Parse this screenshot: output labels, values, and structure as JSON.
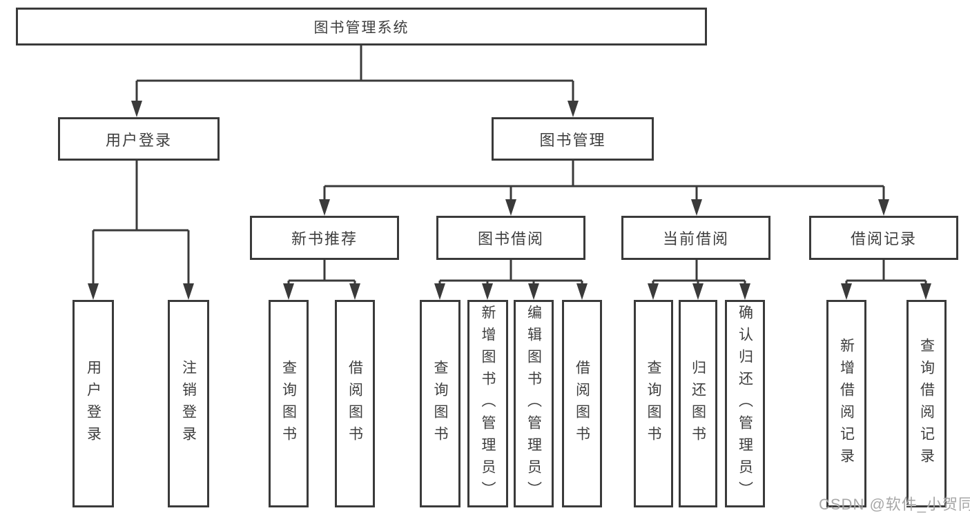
{
  "diagram": {
    "type": "tree",
    "root": {
      "label": "图书管理系统"
    },
    "level2": [
      {
        "id": "user-login",
        "label": "用户登录",
        "parent": "root"
      },
      {
        "id": "book-management",
        "label": "图书管理",
        "parent": "root"
      }
    ],
    "level3": [
      {
        "id": "new-book-recommend",
        "label": "新书推荐",
        "parent": "book-management"
      },
      {
        "id": "book-borrowing",
        "label": "图书借阅",
        "parent": "book-management"
      },
      {
        "id": "current-borrowing",
        "label": "当前借阅",
        "parent": "book-management"
      },
      {
        "id": "borrowing-records",
        "label": "借阅记录",
        "parent": "book-management"
      }
    ],
    "leaves": [
      {
        "label": "用户登录",
        "parent": "user-login"
      },
      {
        "label": "注销登录",
        "parent": "user-login"
      },
      {
        "label": "查询图书",
        "parent": "new-book-recommend"
      },
      {
        "label": "借阅图书",
        "parent": "new-book-recommend"
      },
      {
        "label": "查询图书",
        "parent": "book-borrowing"
      },
      {
        "label": "新增图书（管理员）",
        "parent": "book-borrowing"
      },
      {
        "label": "编辑图书（管理员）",
        "parent": "book-borrowing"
      },
      {
        "label": "借阅图书",
        "parent": "book-borrowing"
      },
      {
        "label": "查询图书",
        "parent": "current-borrowing"
      },
      {
        "label": "归还图书",
        "parent": "current-borrowing"
      },
      {
        "label": "确认归还（管理员）",
        "parent": "current-borrowing"
      },
      {
        "label": "新增借阅记录",
        "parent": "borrowing-records"
      },
      {
        "label": "查询借阅记录",
        "parent": "borrowing-records"
      }
    ]
  },
  "watermark": {
    "text": "CSDN @软件_小贺同学"
  },
  "colors": {
    "line": "#3a3a3a",
    "box_border": "#3a3a3a",
    "text": "#3e3e3e",
    "background": "#ffffff",
    "watermark": "#9c9c9c"
  }
}
